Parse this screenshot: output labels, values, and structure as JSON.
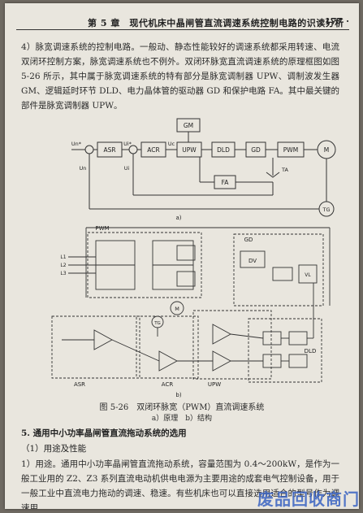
{
  "header": {
    "chapter_title": "第 5 章　现代机床中晶闸管直流调速系统控制电路的识读分析",
    "page_number": "· 177 ·"
  },
  "body": {
    "para1": "4）脉宽调速系统的控制电路。一般动、静态性能较好的调速系统都采用转速、电流双闭环控制方案，脉宽调速系统也不例外。双闭环脉宽直流调速系统的原理框图如图 5-26 所示，其中属于脉宽调速系统的特有部分是脉宽调制器 UPW、调制波发生器 GM、逻辑延时环节 DLD、电力晶体管的驱动器 GD 和保护电路 FA。其中最关键的部件是脉宽调制器 UPW。"
  },
  "diagram_a": {
    "blocks": {
      "asr": "ASR",
      "acr": "ACR",
      "upw": "UPW",
      "dld": "DLD",
      "gd": "GD",
      "pwm": "PWM",
      "gm": "GM",
      "fa": "FA",
      "motor": "M",
      "tg": "TG",
      "ta": "TA"
    },
    "signals": {
      "un_star": "Un*",
      "ui_star": "Ui*",
      "uc": "Uc",
      "ui": "Ui",
      "un": "Un"
    },
    "sublabel": "a)"
  },
  "diagram_b": {
    "labels": {
      "pwm": "PWM",
      "gd": "GD",
      "dv": "DV",
      "m": "M",
      "tg": "TG",
      "asr": "ASR",
      "acr": "ACR",
      "upw": "UPW",
      "dld": "DLD",
      "vl": "VL",
      "l1": "L1",
      "l2": "L2",
      "l3": "L3"
    },
    "sublabel": "b)"
  },
  "figure": {
    "caption": "图 5-26　双闭环脉宽（PWM）直流调速系统",
    "subcaption": "a）原理　b）结构"
  },
  "section": {
    "heading": "5. 通用中小功率晶闸管直流拖动系统的选用",
    "subheading": "（1）用途及性能",
    "para": "1）用途。通用中小功率晶闸管直流拖动系统，容量范围为 0.4～200kW，是作为一般工业用的 Z2、Z3 系列直流电动机供电电源为主要用途的成套电气控制设备，用于一般工业中直流电力拖动的调速、稳速。有些机床也可以直接选用适合的型号作为调速用。"
  },
  "watermark": "废品回收商门"
}
